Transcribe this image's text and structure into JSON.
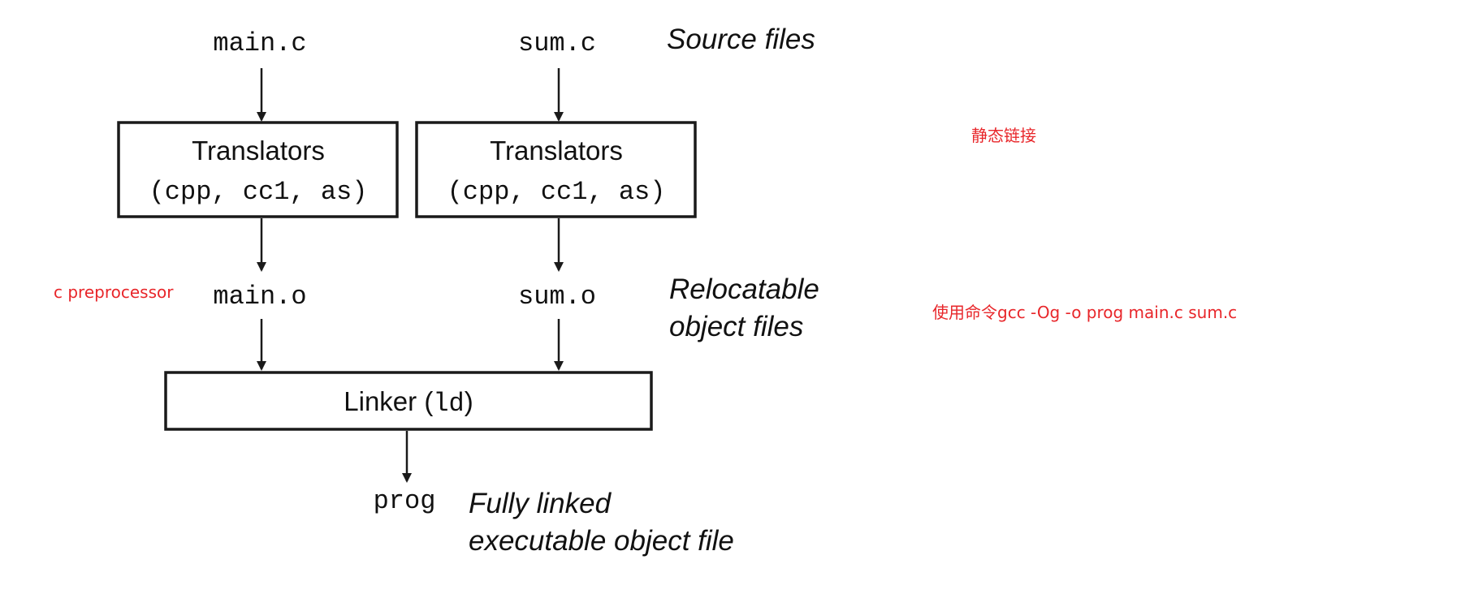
{
  "diagram": {
    "source_files": [
      "main.c",
      "sum.c"
    ],
    "source_label": "Source files",
    "translator_title": "Translators",
    "translator_detail": "(cpp, cc1, as)",
    "object_files": [
      "main.o",
      "sum.o"
    ],
    "relocatable_label_line1": "Relocatable",
    "relocatable_label_line2": "object files",
    "linker_label": "Linker (",
    "linker_cmd": "ld",
    "linker_close": ")",
    "output_file": "prog",
    "output_label_line1": "Fully linked",
    "output_label_line2": "executable object file"
  },
  "annotations": {
    "preprocessor": "c preprocessor",
    "static_linking": "静态链接",
    "command": "使用命令gcc -Og -o prog main.c sum.c",
    "color": "#e8262a"
  }
}
